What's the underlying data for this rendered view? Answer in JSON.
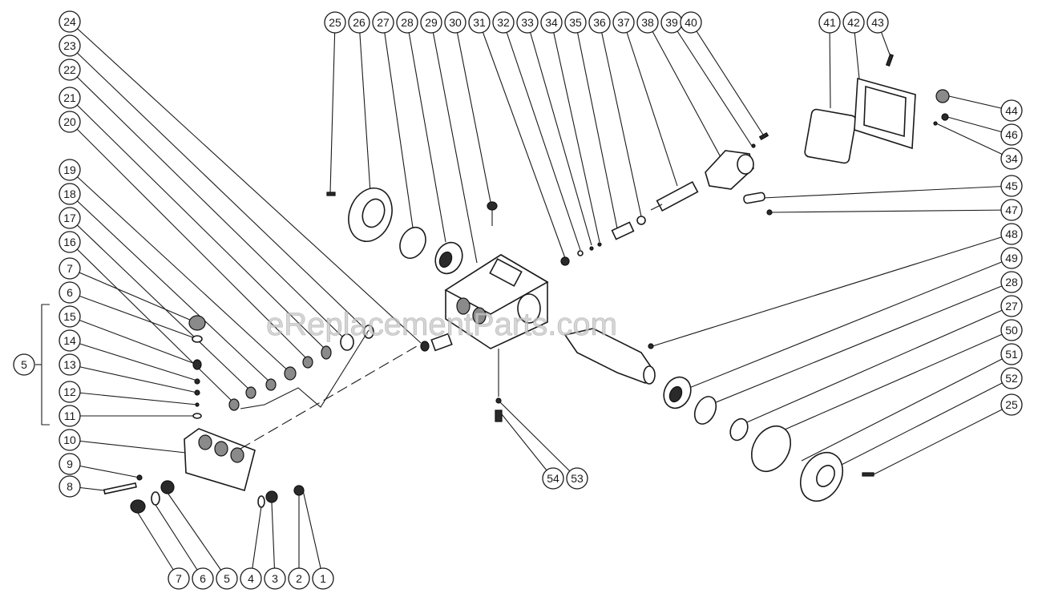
{
  "watermark": "eReplacementParts.com",
  "colors": {
    "line": "#1a1a1a",
    "watermark": "#c8c8c8",
    "background": "#ffffff"
  },
  "callouts": [
    "24",
    "23",
    "22",
    "21",
    "20",
    "19",
    "18",
    "17",
    "16",
    "7",
    "6",
    "15",
    "14",
    "13",
    "12",
    "11",
    "5",
    "10",
    "9",
    "8",
    "25",
    "26",
    "27",
    "28",
    "29",
    "30",
    "31",
    "32",
    "33",
    "34",
    "35",
    "36",
    "37",
    "38",
    "39",
    "40",
    "41",
    "42",
    "43",
    "44",
    "46",
    "34",
    "45",
    "47",
    "48",
    "49",
    "28",
    "27",
    "50",
    "51",
    "52",
    "25",
    "54",
    "53",
    "7",
    "6",
    "5",
    "4",
    "3",
    "2",
    "1"
  ]
}
